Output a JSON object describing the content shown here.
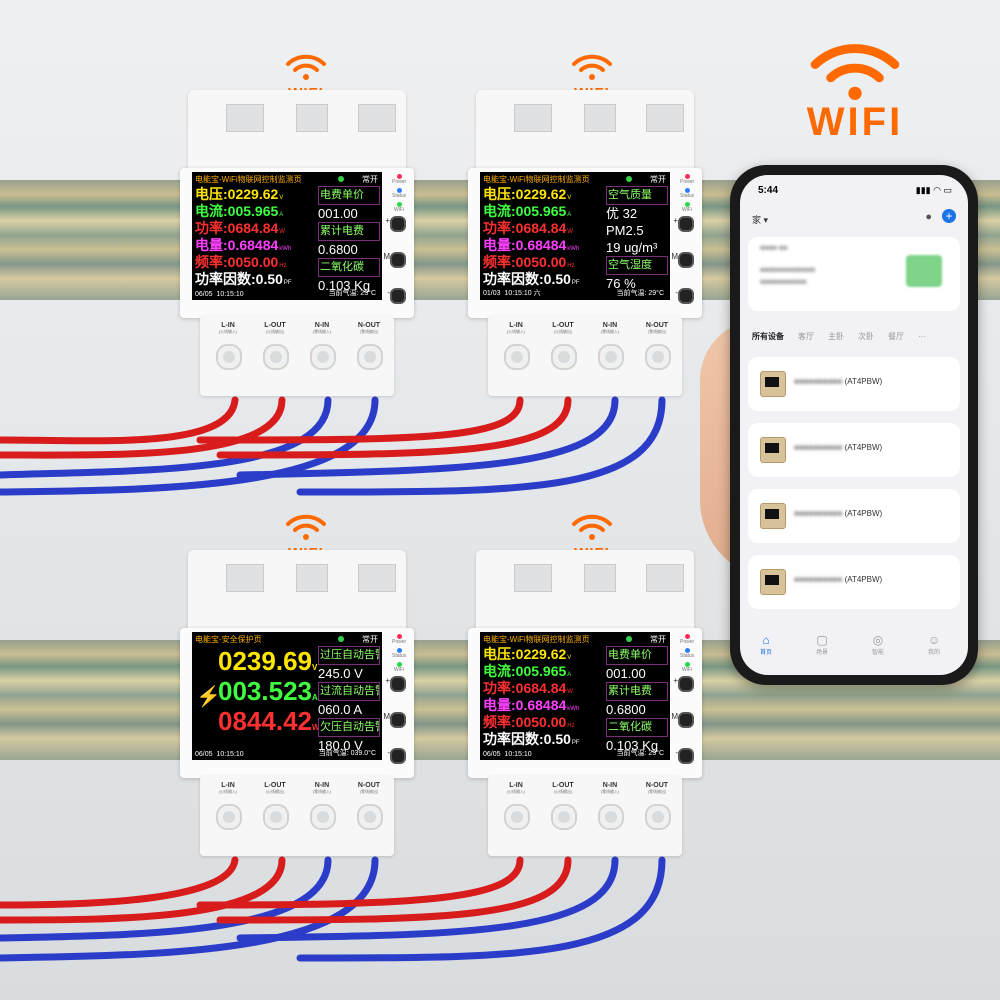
{
  "wifi_label": "WIFI",
  "accent_color": "#ff6a00",
  "devices": [
    {
      "screen_type": "detail",
      "header": "电能宝-WiFi物联网控制监测页",
      "state": "常开",
      "rows": [
        {
          "label": "电压:",
          "value": "0229.62",
          "unit": "V",
          "color": "#ffe600"
        },
        {
          "label": "电流:",
          "value": "005.965",
          "unit": "A",
          "color": "#40ff40"
        },
        {
          "label": "功率:",
          "value": "0684.84",
          "unit": "W",
          "color": "#ff3030"
        },
        {
          "label": "电量:",
          "value": "0.68484",
          "unit": "kWh",
          "color": "#ff40ff"
        },
        {
          "label": "频率:",
          "value": "0050.00",
          "unit": "Hz",
          "color": "#ff3030"
        },
        {
          "label": "功率因数:",
          "value": "0.50",
          "unit": "PF",
          "color": "#ffffff"
        }
      ],
      "right": [
        {
          "type": "lbl",
          "text": "电费单价"
        },
        {
          "type": "val",
          "text": "001.00"
        },
        {
          "type": "lbl",
          "text": "累计电费"
        },
        {
          "type": "val",
          "text": "0.6800"
        },
        {
          "type": "lbl",
          "text": "二氧化碳"
        },
        {
          "type": "val",
          "text": "0.103 Kg"
        }
      ],
      "date": "06/05",
      "time": "10:15:10",
      "temp": "当前气温: 23°C"
    },
    {
      "screen_type": "detail",
      "header": "电能宝-WiFi物联网控制监测页",
      "state": "常开",
      "rows": [
        {
          "label": "电压:",
          "value": "0229.62",
          "unit": "V",
          "color": "#ffe600"
        },
        {
          "label": "电流:",
          "value": "005.965",
          "unit": "A",
          "color": "#40ff40"
        },
        {
          "label": "功率:",
          "value": "0684.84",
          "unit": "W",
          "color": "#ff3030"
        },
        {
          "label": "电量:",
          "value": "0.68484",
          "unit": "kWh",
          "color": "#ff40ff"
        },
        {
          "label": "频率:",
          "value": "0050.00",
          "unit": "Hz",
          "color": "#ff3030"
        },
        {
          "label": "功率因数:",
          "value": "0.50",
          "unit": "PF",
          "color": "#ffffff"
        }
      ],
      "right": [
        {
          "type": "lbl",
          "text": "空气质量"
        },
        {
          "type": "val",
          "text": "优 32"
        },
        {
          "type": "val",
          "text": "PM2.5"
        },
        {
          "type": "val",
          "text": "19 ug/m³"
        },
        {
          "type": "lbl",
          "text": "空气湿度"
        },
        {
          "type": "val",
          "text": "76 %"
        }
      ],
      "date": "01/03",
      "time": "10:15:10 六",
      "temp": "当前气温: 29°C"
    },
    {
      "screen_type": "big",
      "header": "电能宝-安全保护页",
      "state": "常开",
      "big_rows": [
        {
          "value": "0239.69",
          "unit": "V",
          "color": "#ffe600"
        },
        {
          "value": "003.523",
          "unit": "A",
          "color": "#40ff40"
        },
        {
          "value": "0844.42",
          "unit": "W",
          "color": "#ff3030"
        }
      ],
      "right": [
        {
          "type": "lbl",
          "text": "过压自动告警"
        },
        {
          "type": "val",
          "text": "245.0 V"
        },
        {
          "type": "lbl",
          "text": "过流自动告警"
        },
        {
          "type": "val",
          "text": "060.0 A"
        },
        {
          "type": "lbl",
          "text": "欠压自动告警"
        },
        {
          "type": "val",
          "text": "180.0 V"
        }
      ],
      "date": "06/05",
      "time": "10:15:10",
      "temp": "当前气温: 039.0°C"
    },
    {
      "screen_type": "detail",
      "header": "电能宝-WiFi物联网控制监测页",
      "state": "常开",
      "rows": [
        {
          "label": "电压:",
          "value": "0229.62",
          "unit": "V",
          "color": "#ffe600"
        },
        {
          "label": "电流:",
          "value": "005.965",
          "unit": "A",
          "color": "#40ff40"
        },
        {
          "label": "功率:",
          "value": "0684.84",
          "unit": "W",
          "color": "#ff3030"
        },
        {
          "label": "电量:",
          "value": "0.68484",
          "unit": "kWh",
          "color": "#ff40ff"
        },
        {
          "label": "频率:",
          "value": "0050.00",
          "unit": "Hz",
          "color": "#ff3030"
        },
        {
          "label": "功率因数:",
          "value": "0.50",
          "unit": "PF",
          "color": "#ffffff"
        }
      ],
      "right": [
        {
          "type": "lbl",
          "text": "电费单价"
        },
        {
          "type": "val",
          "text": "001.00"
        },
        {
          "type": "lbl",
          "text": "累计电费"
        },
        {
          "type": "val",
          "text": "0.6800"
        },
        {
          "type": "lbl",
          "text": "二氧化碳"
        },
        {
          "type": "val",
          "text": "0.103 Kg"
        }
      ],
      "date": "06/05",
      "time": "10:15:10",
      "temp": "当前气温: 23°C"
    }
  ],
  "terminals": [
    {
      "label": "L-IN",
      "sub": "(火线输入)"
    },
    {
      "label": "L-OUT",
      "sub": "(火线输出)"
    },
    {
      "label": "N-IN",
      "sub": "(零线输入)"
    },
    {
      "label": "N-OUT",
      "sub": "(零线输出)"
    }
  ],
  "led_labels": [
    "Power",
    "Status",
    "WiFi"
  ],
  "button_labels": [
    "+",
    "M",
    "-"
  ],
  "phone": {
    "time": "5:44",
    "home_label": "家",
    "tabs": [
      "所有设备",
      "客厅",
      "主卧",
      "次卧",
      "餐厅"
    ],
    "device_suffix": "(AT4PBW)",
    "device_count": 4,
    "nav": [
      {
        "label": "首页",
        "icon": "home-icon"
      },
      {
        "label": "场景",
        "icon": "scene-icon"
      },
      {
        "label": "智能",
        "icon": "smart-icon"
      },
      {
        "label": "我的",
        "icon": "profile-icon"
      }
    ]
  }
}
